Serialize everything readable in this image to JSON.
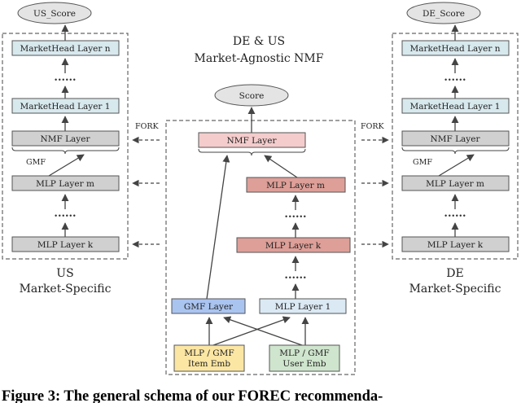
{
  "colors": {
    "market_head": "#d8e9ee",
    "nmf_mlp_gray": "#d0d0d0",
    "agnostic_nmf": "#f4cccc",
    "agnostic_mlp": "#dd9f98",
    "gmf_layer": "#aac4f0",
    "mlp_layer_1": "#dbe9f4",
    "item_emb": "#fbe6a4",
    "user_emb": "#cfe5cd",
    "score": "#e4e4e4",
    "border": "#555555"
  },
  "left": {
    "score": "US_Score",
    "head_n": "MarketHead Layer n",
    "head_dots": "......",
    "head_1": "MarketHead Layer 1",
    "nmf": "NMF Layer",
    "gmf": "GMF",
    "mlp_m": "MLP Layer m",
    "mlp_dots": "......",
    "mlp_k": "MLP Layer k",
    "title": "US",
    "subtitle": "Market-Specific"
  },
  "right": {
    "score": "DE_Score",
    "head_n": "MarketHead Layer n",
    "head_dots": "......",
    "head_1": "MarketHead Layer 1",
    "nmf": "NMF Layer",
    "gmf": "GMF",
    "mlp_m": "MLP Layer m",
    "mlp_dots": "......",
    "mlp_k": "MLP Layer k",
    "title": "DE",
    "subtitle": "Market-Specific"
  },
  "center": {
    "title_line1": "DE & US",
    "title_line2": "Market-Agnostic NMF",
    "score": "Score",
    "nmf": "NMF Layer",
    "mlp_m": "MLP Layer m",
    "dots_upper": "......",
    "mlp_k": "MLP Layer k",
    "dots_lower": "......",
    "gmf_layer": "GMF Layer",
    "mlp_1": "MLP Layer 1",
    "item_line1": "MLP / GMF",
    "item_line2": "Item Emb",
    "user_line1": "MLP / GMF",
    "user_line2": "User Emb"
  },
  "fork_left": "FORK",
  "fork_right": "FORK",
  "caption": "Figure 3: The general schema of our FOREC recommenda-"
}
